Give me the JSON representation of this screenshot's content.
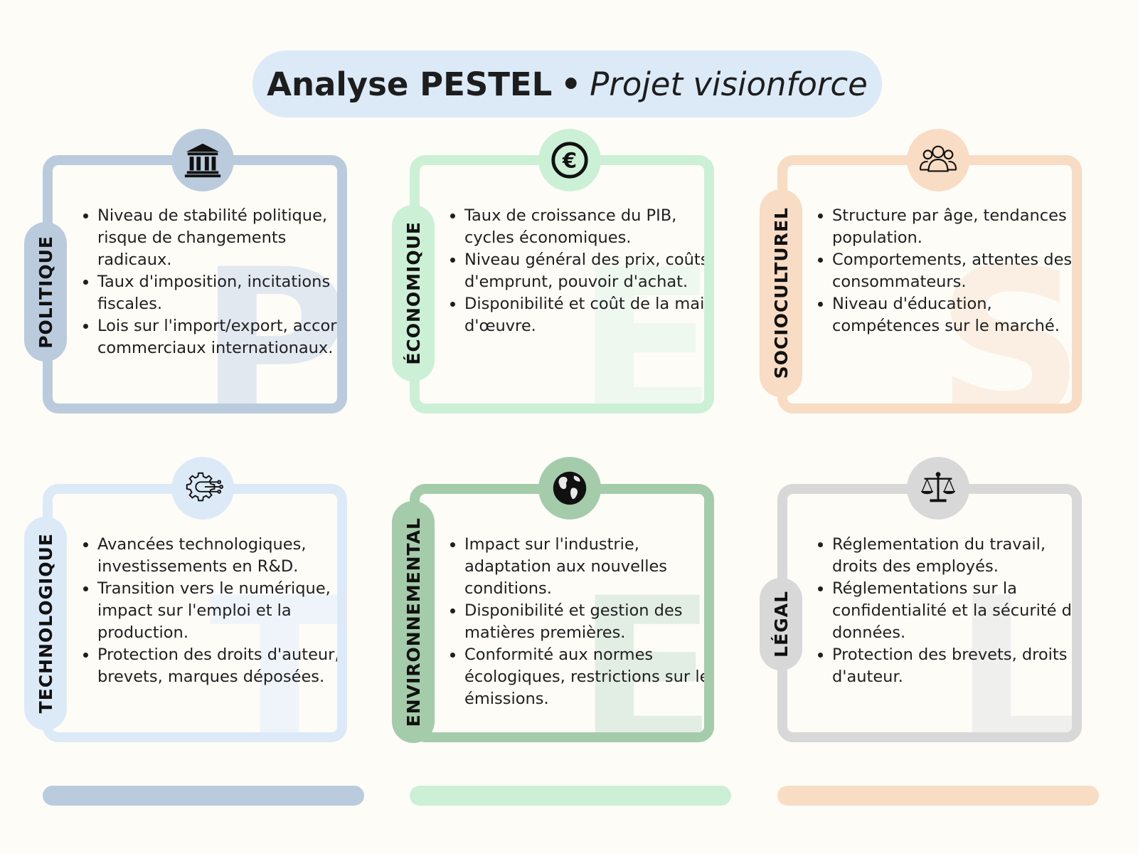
{
  "title": {
    "main": "Analyse PESTEL",
    "separator": "•",
    "subtitle": "Projet visionforce"
  },
  "colors": {
    "politique": "#bacbdd",
    "economique": "#ccf0d5",
    "socioculturel": "#f9dcc4",
    "technologique": "#dceaf8",
    "environnemental": "#a5ccaa",
    "legal": "#d8d8d8",
    "background": "#fdfcf7",
    "title_pill": "#dceaf7"
  },
  "cards": [
    {
      "key": "politique",
      "label": "POLITIQUE",
      "letter": "P",
      "icon": "government-building-icon",
      "items": [
        "Niveau de stabilité politique, risque de changements radicaux.",
        "Taux d'imposition, incitations fiscales.",
        "Lois sur l'import/export, accords commerciaux internationaux."
      ]
    },
    {
      "key": "economique",
      "label": "ÉCONOMIQUE",
      "letter": "E",
      "icon": "euro-icon",
      "items": [
        "Taux de croissance du PIB, cycles économiques.",
        "Niveau général des prix, coûts d'emprunt, pouvoir d'achat.",
        "Disponibilité et coût de la main-d'œuvre."
      ]
    },
    {
      "key": "socioculturel",
      "label": "SOCIOCULTUREL",
      "letter": "S",
      "icon": "people-group-icon",
      "items": [
        "Structure par âge, tendances de population.",
        "Comportements, attentes des consommateurs.",
        "Niveau d'éducation, compétences sur le marché."
      ]
    },
    {
      "key": "technologique",
      "label": "TECHNOLOGIQUE",
      "letter": "T",
      "icon": "gear-circuit-icon",
      "items": [
        "Avancées technologiques, investissements en R&D.",
        "Transition vers le numérique, impact sur l'emploi et la production.",
        "Protection des droits d'auteur, brevets, marques déposées."
      ]
    },
    {
      "key": "environnemental",
      "label": "ENVIRONNEMENTAL",
      "letter": "E",
      "icon": "globe-icon",
      "items": [
        "Impact sur l'industrie, adaptation aux nouvelles conditions.",
        "Disponibilité et gestion des matières premières.",
        "Conformité aux normes écologiques, restrictions sur les émissions."
      ]
    },
    {
      "key": "legal",
      "label": "LÉGAL",
      "letter": "L",
      "icon": "scales-of-justice-icon",
      "items": [
        "Réglementation du travail, droits des employés.",
        "Réglementations sur la confidentialité et la sécurité des données.",
        "Protection des brevets, droits d'auteur."
      ]
    }
  ]
}
